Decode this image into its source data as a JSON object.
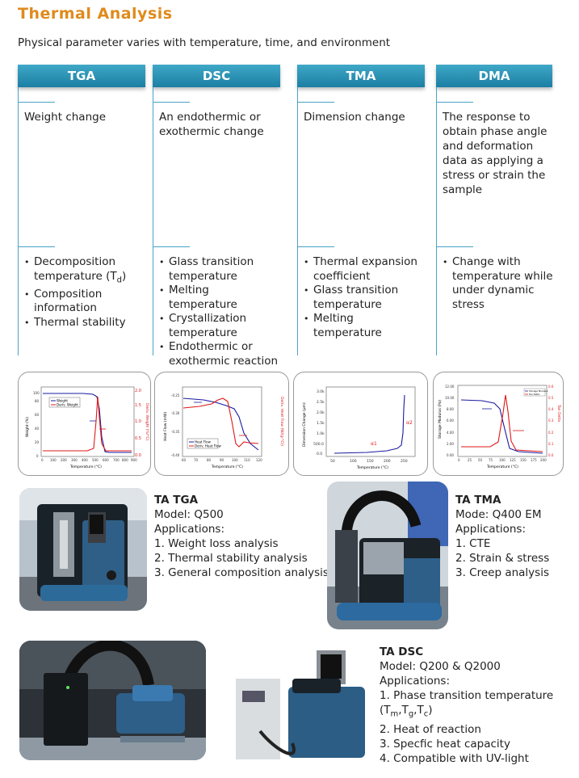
{
  "page": {
    "title": "Thermal Analysis",
    "subtitle": "Physical parameter varies with temperature, time, and environment"
  },
  "columns": [
    {
      "tab": "TGA",
      "desc": "Weight change",
      "bullets": [
        "Decomposition temperature (Td)",
        "Composition information",
        "Thermal stability"
      ]
    },
    {
      "tab": "DSC",
      "desc": "An endothermic or exothermic change",
      "bullets": [
        "Glass transition temperature",
        "Melting temperature",
        "Crystallization temperature",
        "Endothermic or exothermic reaction"
      ]
    },
    {
      "tab": "TMA",
      "desc": "Dimension change",
      "bullets": [
        "Thermal expansion coefficient",
        "Glass transition temperature",
        "Melting temperature"
      ]
    },
    {
      "tab": "DMA",
      "desc": "The response to obtain phase angle and deformation data as applying a stress or strain the sample",
      "bullets": [
        "Change with temperature while under dynamic stress"
      ]
    }
  ],
  "charts": {
    "tga": {
      "xlabel": "Temperature (°C)",
      "ylabel": "Weight (%)",
      "y2label": "Deriv. Weight (%/°C)",
      "legend": [
        "Weight",
        "Deriv. Weight"
      ],
      "xticks": [
        "0",
        "100",
        "200",
        "300",
        "400",
        "500",
        "600",
        "700",
        "800",
        "900"
      ],
      "yticks": [
        "0",
        "20",
        "40",
        "60",
        "80",
        "100"
      ],
      "y2ticks": [
        "0.0",
        "0.5",
        "1.0",
        "1.5",
        "2.0"
      ]
    },
    "dsc": {
      "xlabel": "Temperature (°C)",
      "ylabel": "Heat Flow (mW)",
      "y2label": "Deriv. Heat Flow (W/(g·°C))",
      "legend": [
        "Heat Flow",
        "Deriv. Heat Flow"
      ],
      "xticks": [
        "60",
        "70",
        "80",
        "90",
        "100",
        "110",
        "120"
      ],
      "yticks": [
        "-0.25",
        "-0.30",
        "-0.35",
        "-0.40"
      ]
    },
    "tma": {
      "xlabel": "Temperature (°C)",
      "ylabel": "Dimension Change (µm)",
      "xticks": [
        "50",
        "100",
        "150",
        "200",
        "250"
      ],
      "yticks": [
        "0.0",
        "500.0",
        "1.0k",
        "1.5k",
        "2.0k",
        "2.5k",
        "3.0k"
      ],
      "a1": "α1",
      "a2": "α2"
    },
    "dma": {
      "xlabel": "Temperature (°C)",
      "ylabel": "Storage Modulus (Pa)",
      "y2label": "Tan Delta",
      "legend": [
        "Storage Modulus",
        "Tan Delta"
      ],
      "xticks": [
        "0",
        "25",
        "50",
        "75",
        "100",
        "125",
        "150",
        "175",
        "200"
      ],
      "yticks": [
        "0.00",
        "2.00",
        "4.00",
        "6.00",
        "8.00",
        "10.00",
        "12.00"
      ],
      "y2ticks": [
        "0.0",
        "0.1",
        "0.2",
        "0.3",
        "0.4",
        "0.5",
        "0.6"
      ]
    }
  },
  "instruments": {
    "tga": {
      "name": "TA TGA",
      "model": "Model: Q500",
      "apps_label": "Applications:",
      "apps": [
        "1.  Weight loss analysis",
        "2.  Thermal stability analysis",
        "3.  General composition analysis"
      ]
    },
    "tma": {
      "name": "TA TMA",
      "model": "Mode: Q400 EM",
      "apps_label": "Applications:",
      "apps": [
        "1.  CTE",
        "2.  Strain & stress",
        "3.  Creep analysis"
      ]
    },
    "dsc": {
      "name": "TA DSC",
      "model": "Model: Q200 & Q2000",
      "apps_label": "Applications:",
      "apps": [
        "1. Phase transition temperature",
        "(Tm,Tg,Tc)",
        "2. Heat of reaction",
        "3. Specfic heat capacity",
        "4. Compatible with UV-light"
      ]
    }
  },
  "colors": {
    "title": "#e08a1c",
    "tab": "#1b7fa3",
    "line_blue": "#1a1aa0",
    "line_red": "#e01818"
  }
}
